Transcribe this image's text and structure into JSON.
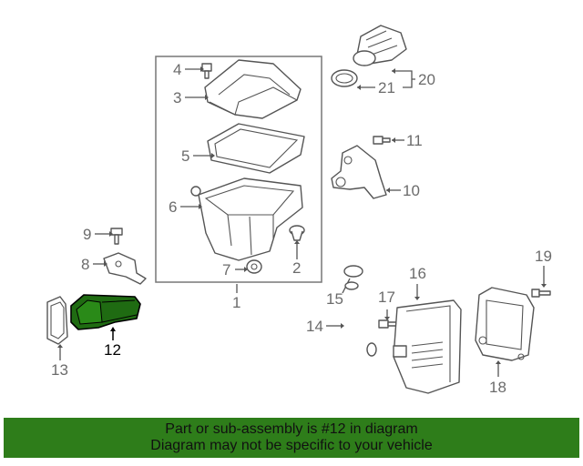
{
  "diagram": {
    "highlight_color": "#1f6b12",
    "banner_color": "#2e7d1a",
    "callouts": [
      "1",
      "2",
      "3",
      "4",
      "5",
      "6",
      "7",
      "8",
      "9",
      "10",
      "11",
      "12",
      "13",
      "14",
      "15",
      "16",
      "17",
      "18",
      "19",
      "20",
      "21"
    ],
    "highlighted_part": "12"
  },
  "banner": {
    "line1": "Part or sub-assembly is #12 in diagram",
    "line2": "Diagram may not be specific to your vehicle"
  }
}
